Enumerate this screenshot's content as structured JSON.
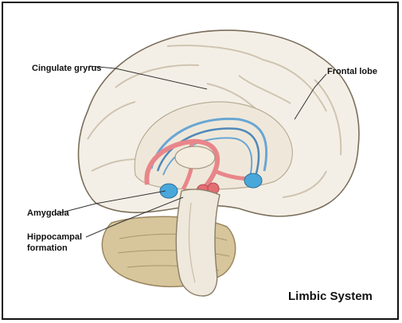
{
  "diagram": {
    "title": "Limbic System",
    "labels": {
      "cingulate": "Cingulate gryrus",
      "frontal": "Frontal lobe",
      "amygdala": "Amygdala",
      "hippocampal_line1": "Hippocampal",
      "hippocampal_line2": "formation"
    },
    "colors": {
      "cortex": "#f4efe6",
      "cortex_shadow": "#ddd4c4",
      "cerebellum": "#d7c59b",
      "brainstem": "#efe8dc",
      "fornix_red": "#e8868a",
      "fornix_blue": "#6aa6d4",
      "amygdala_blue": "#4aa7da"
    }
  }
}
